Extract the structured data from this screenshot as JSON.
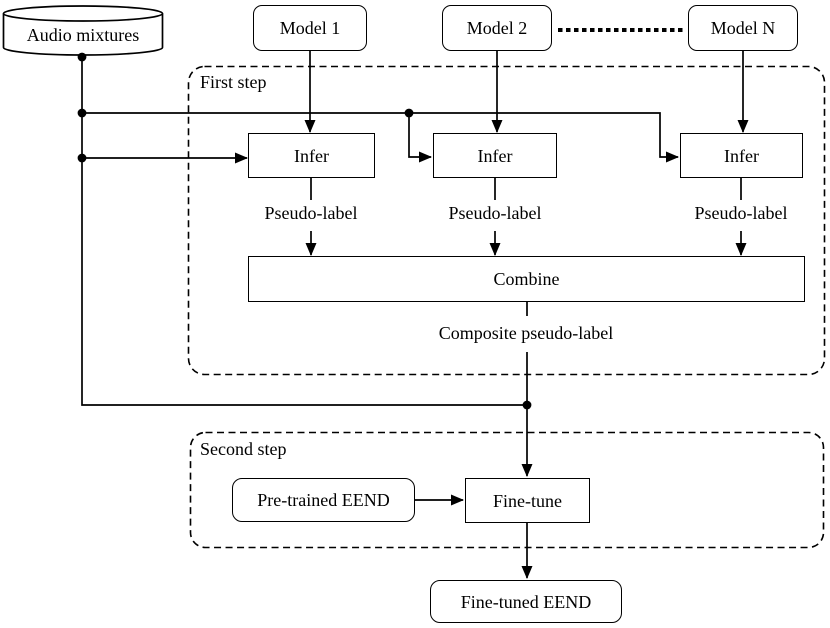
{
  "colors": {
    "line": "#000000",
    "background": "#ffffff"
  },
  "nodes": {
    "audio_mixtures": "Audio mixtures",
    "model_1": "Model 1",
    "model_2": "Model 2",
    "model_n": "Model N",
    "infer_1": "Infer",
    "infer_2": "Infer",
    "infer_3": "Infer",
    "combine": "Combine",
    "pretrained_eend": "Pre-trained EEND",
    "fine_tune": "Fine-tune",
    "finetuned_eend": "Fine-tuned EEND"
  },
  "groups": {
    "first_step": "First step",
    "second_step": "Second step"
  },
  "edge_labels": {
    "pseudo_label_1": "Pseudo-label",
    "pseudo_label_2": "Pseudo-label",
    "pseudo_label_3": "Pseudo-label",
    "composite_pseudo_label": "Composite pseudo-label"
  }
}
